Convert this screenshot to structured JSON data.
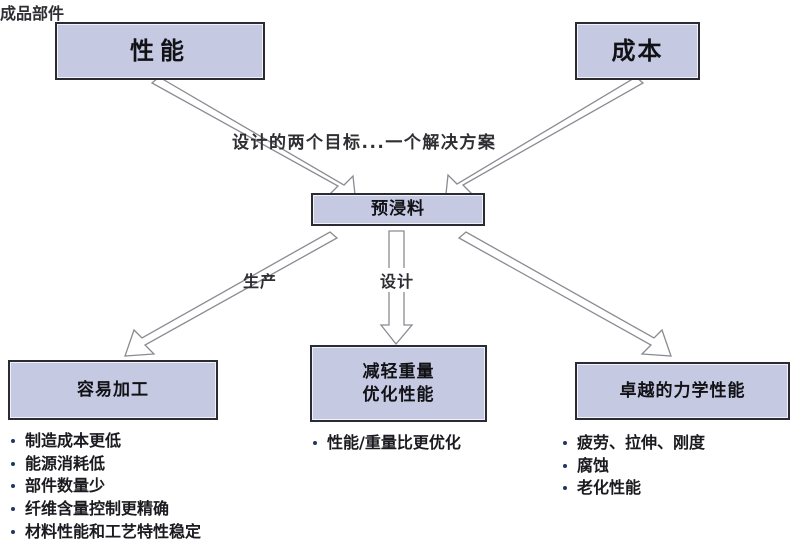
{
  "diagram": {
    "title_flow_label": "设计的两个目标...一个解决方案",
    "top_nodes": [
      {
        "id": "performance",
        "label": "性能"
      },
      {
        "id": "cost",
        "label": "成本"
      }
    ],
    "center_node": {
      "id": "prepreg",
      "label": "预浸料"
    },
    "branch_labels": [
      {
        "id": "production",
        "label": "生产"
      },
      {
        "id": "design",
        "label": "设计"
      },
      {
        "id": "finished-part",
        "label": "成品部件"
      }
    ],
    "bottom_nodes": [
      {
        "id": "easy-process",
        "lines": [
          "容易加工"
        ],
        "bullets": [
          "制造成本更低",
          "能源消耗低",
          "部件数量少",
          "纤维含量控制更精确",
          "材料性能和工艺特性稳定"
        ]
      },
      {
        "id": "weight-performance",
        "lines": [
          "减轻重量",
          "优化性能"
        ],
        "bullets": [
          "性能/重量比更优化"
        ]
      },
      {
        "id": "mechanical-performance",
        "lines": [
          "卓越的力学性能"
        ],
        "bullets": [
          "疲劳、拉伸、刚度",
          "腐蚀",
          "老化性能"
        ]
      }
    ],
    "colors": {
      "box_fill": "#c5cae2",
      "box_border": "#2b2b33",
      "arrow_stroke": "#808088",
      "bullet": "#1f3864",
      "text": "#111116",
      "background": "#ffffff"
    }
  }
}
